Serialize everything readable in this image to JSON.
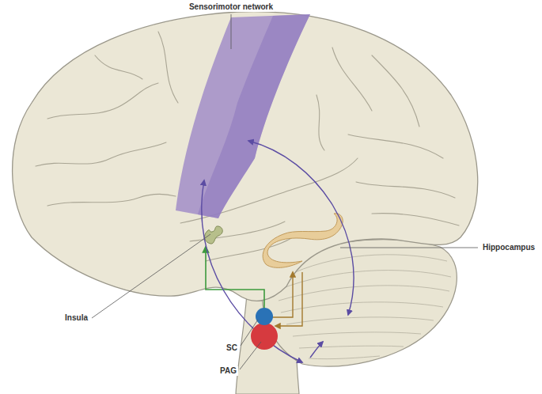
{
  "diagram": {
    "labels": [
      "Sensorimotor network",
      "Hippocampus",
      "Insula",
      "SC",
      "PAG"
    ]
  }
}
